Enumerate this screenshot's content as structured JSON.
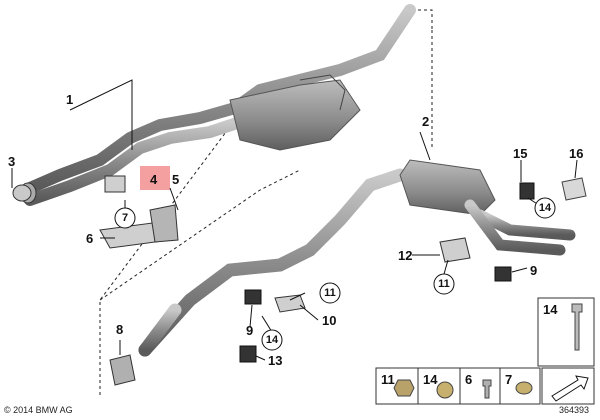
{
  "diagram": {
    "callouts": {
      "c1": "1",
      "c2": "2",
      "c3": "3",
      "c4": "4",
      "c5": "5",
      "c6": "6",
      "c7": "7",
      "c8": "8",
      "c9a": "9",
      "c9b": "9",
      "c10": "10",
      "c11a": "11",
      "c11b": "11",
      "c12": "12",
      "c13": "13",
      "c14a": "14",
      "c14b": "14",
      "c14c": "14",
      "c15": "15",
      "c16": "16"
    },
    "legend": {
      "i11": "11",
      "i14": "14",
      "i6": "6",
      "i7": "7"
    },
    "copyright": "© 2014 BMW AG",
    "diagram_number": "364393",
    "highlight_color": "#f4a0a0",
    "pipe_color": "#8a8a8a"
  }
}
